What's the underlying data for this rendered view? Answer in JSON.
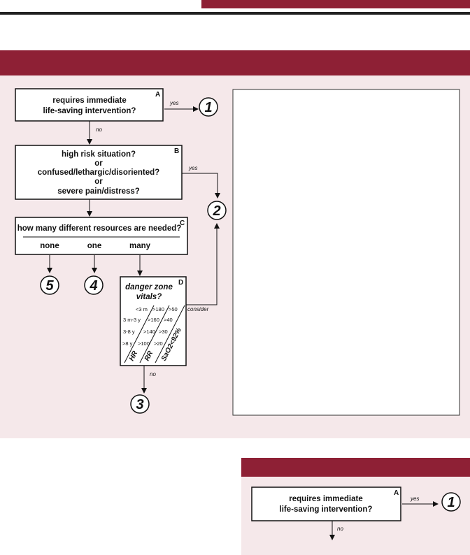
{
  "colors": {
    "accent": "#8e2035",
    "background": "#f5e8ea"
  },
  "flowchart": {
    "box_a": {
      "letter": "A",
      "line1": "requires immediate",
      "line2": "life-saving intervention?",
      "yes": "yes",
      "no": "no",
      "outcome": "1"
    },
    "box_b": {
      "letter": "B",
      "line1": "high risk situation?",
      "line2": "or",
      "line3": "confused/lethargic/disoriented?",
      "line4": "or",
      "line5": "severe pain/distress?",
      "yes": "yes",
      "outcome": "2"
    },
    "box_c": {
      "letter": "C",
      "question": "how many different resources are needed?",
      "options": [
        "none",
        "one",
        "many"
      ],
      "outcomes": [
        "5",
        "4"
      ]
    },
    "box_d": {
      "letter": "D",
      "line1": "danger zone",
      "line2": "vitals?",
      "consider": "consider",
      "no": "no",
      "outcome": "3",
      "ages": [
        "<3 m",
        "3 m-3 y",
        "3-8 y",
        ">8 y"
      ],
      "hr": [
        ">180",
        ">160",
        ">140",
        ">100"
      ],
      "rr": [
        ">50",
        ">40",
        ">30",
        ">20"
      ],
      "col_hr": "HR",
      "col_rr": "RR",
      "col_sao2": "SaO2<92%"
    }
  },
  "bottom_flowchart": {
    "letter": "A",
    "line1": "requires immediate",
    "line2": "life-saving intervention?",
    "yes": "yes",
    "no": "no",
    "outcome": "1"
  }
}
